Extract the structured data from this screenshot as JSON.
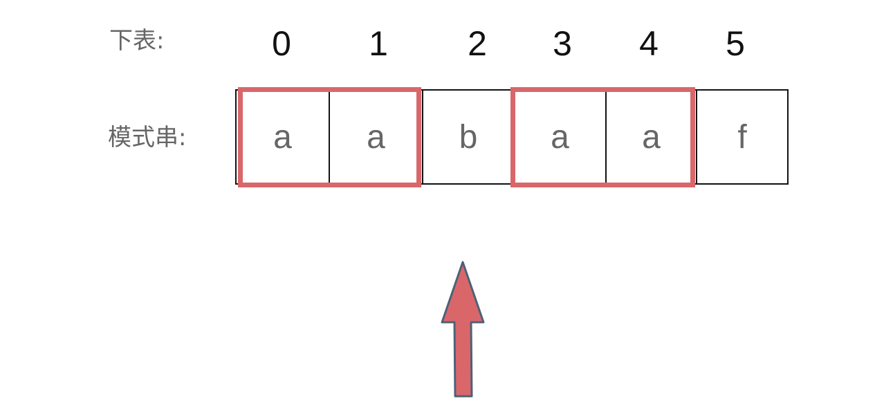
{
  "labels": {
    "index": "下表:",
    "pattern": "模式串:"
  },
  "indices": [
    "0",
    "1",
    "2",
    "3",
    "4",
    "5"
  ],
  "pattern": [
    "a",
    "a",
    "b",
    "a",
    "a",
    "f"
  ],
  "highlight_groups": [
    [
      0,
      1
    ],
    [
      3,
      4
    ]
  ],
  "colors": {
    "highlight": "#d9676a",
    "arrow_fill": "#d9676a",
    "arrow_stroke": "#4d6178",
    "cell_text": "#666666",
    "index_text": "#111111"
  },
  "arrow_target_index": 2
}
